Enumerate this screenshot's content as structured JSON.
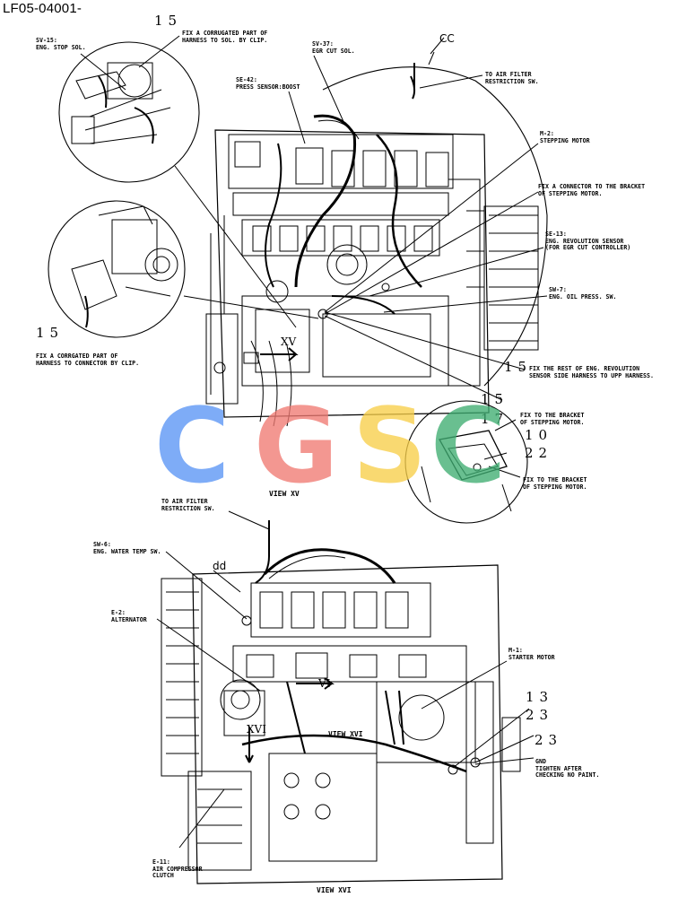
{
  "header": {
    "doc_id": "LF05-04001-"
  },
  "callouts": {
    "n15_top": "15",
    "fix_corrugated_line1": "FIX A CORRUGATED PART OF",
    "fix_corrugated_line2": "HARNESS TO SOL. BY CLIP.",
    "sv15_code": "SV-15:",
    "sv15_name": "ENG. STOP SOL.",
    "sv37_code": "SV-37:",
    "sv37_name": "EGR CUT SOL.",
    "cc": "CC",
    "air_filter_top_1": "TO AIR FILTER",
    "air_filter_top_2": "RESTRICTION SW.",
    "se42_code": "SE-42:",
    "se42_name": "PRESS SENSOR:BOOST",
    "m2_code": "M-2:",
    "m2_name": "STEPPING MOTOR",
    "fix_connector_1": "FIX A CONNECTOR TO THE BRACKET",
    "fix_connector_2": "OF STEPPING MOTOR.",
    "se13_code": "SE-13:",
    "se13_name1": "ENG. REVOLUTION SENSOR",
    "se13_name2": "(FOR EGR CUT CONTROLLER)",
    "sw7_code": "SW-7:",
    "sw7_name": "ENG. OIL PRESS. SW.",
    "n15_left": "15",
    "fix_corrgated_1": "FIX A CORRGATED PART OF",
    "fix_corrgated_2": "HARNESS TO CONNECTOR BY CLIP.",
    "n15_mid": "15",
    "fix_rest_1": "FIX THE REST OF ENG. REVOLUTION",
    "fix_rest_2": "SENSOR SIDE HARNESS TO UPP HARNESS.",
    "n15_b": "15",
    "n17": "17",
    "fix_bracket_a1": "FIX TO THE BRACKET",
    "fix_bracket_a2": "OF STEPPING MOTOR.",
    "n10": "10",
    "n22": "22",
    "fix_bracket_b1": "FIX TO THE BRACKET",
    "fix_bracket_b2": "OF STEPPING MOTOR.",
    "xv": "XV",
    "view_xv": "VIEW XV",
    "air_filter_bot_1": "TO AIR FILTER",
    "air_filter_bot_2": "RESTRICTION SW.",
    "sw6_code": "SW-6:",
    "sw6_name": "ENG. WATER TEMP SW.",
    "dd": "dd",
    "e2_code": "E-2:",
    "e2_name": "ALTERNATOR",
    "m1_code": "M-1:",
    "m1_name": "STARTER MOTOR",
    "vi": "VI",
    "n13": "13",
    "n23_a": "23",
    "n23_b": "23",
    "xvi": "XVI",
    "gnd_1": "GND",
    "gnd_2": "TIGHTEN AFTER",
    "gnd_3": "CHECKING NO PAINT.",
    "view_xvi_mid": "VIEW XVI",
    "e11_code": "E-11:",
    "e11_name1": "AIR COMPRESSOR",
    "e11_name2": "CLUTCH",
    "view_xvi_bot": "VIEW XVI"
  },
  "watermark": {
    "letters": [
      "C",
      "G",
      "S",
      "C"
    ],
    "colors": [
      "#5b95f5",
      "#f07a73",
      "#f8cf4a",
      "#3fae72"
    ]
  }
}
